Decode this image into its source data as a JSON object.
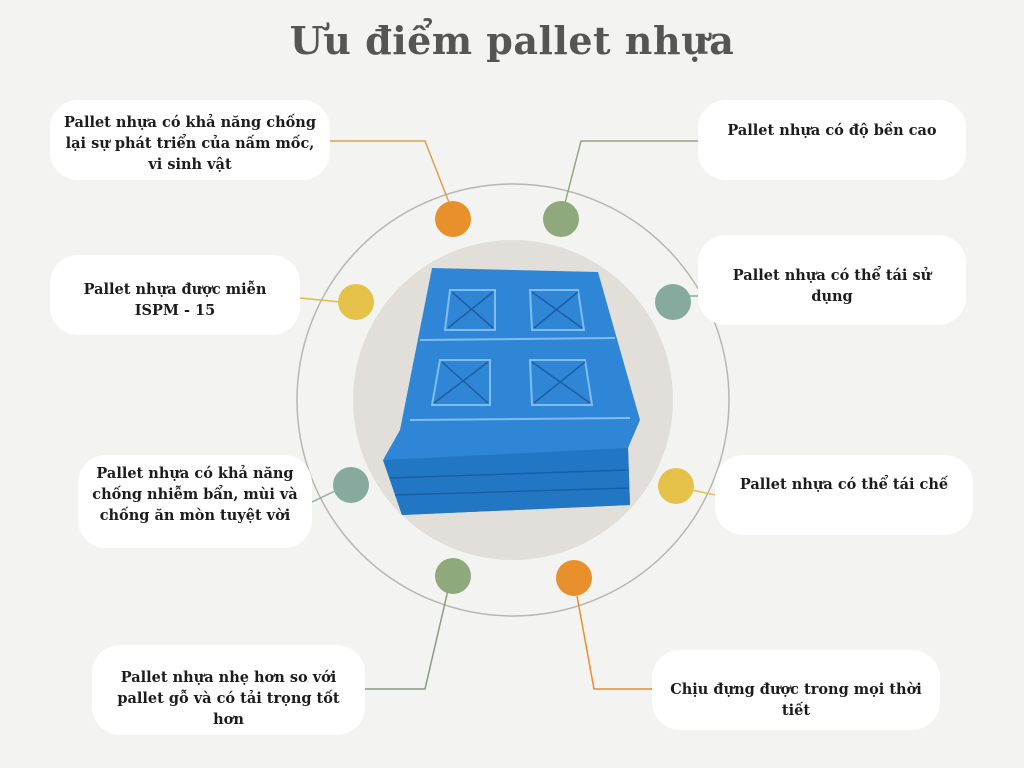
{
  "title": "Ưu điểm pallet nhựa",
  "colors": {
    "orange": "#e8902c",
    "yellow": "#e6c24a",
    "teal": "#86ab9e",
    "green": "#8fa97c",
    "disk": "#e2dfda",
    "ring": "#b9b6b0",
    "pallet": "#2f86d6"
  },
  "items": [
    {
      "text": "Pallet nhựa có khả năng chống lại sự phát triển của nấm mốc, vi sinh vật",
      "dot": "orange"
    },
    {
      "text": "Pallet nhựa được miễn ISPM - 15",
      "dot": "yellow"
    },
    {
      "text": "Pallet nhựa có khả năng chống nhiễm bẩn, mùi và chống ăn mòn tuyệt vời",
      "dot": "teal"
    },
    {
      "text": "Pallet nhựa nhẹ hơn so với pallet gỗ và có tải trọng tốt hơn",
      "dot": "green"
    },
    {
      "text": "Pallet nhựa có độ bền cao",
      "dot": "green"
    },
    {
      "text": "Pallet nhựa có thể tái sử dụng",
      "dot": "teal"
    },
    {
      "text": "Pallet nhựa có thể tái chế",
      "dot": "yellow"
    },
    {
      "text": "Chịu đựng được trong mọi thời tiết",
      "dot": "orange"
    }
  ]
}
